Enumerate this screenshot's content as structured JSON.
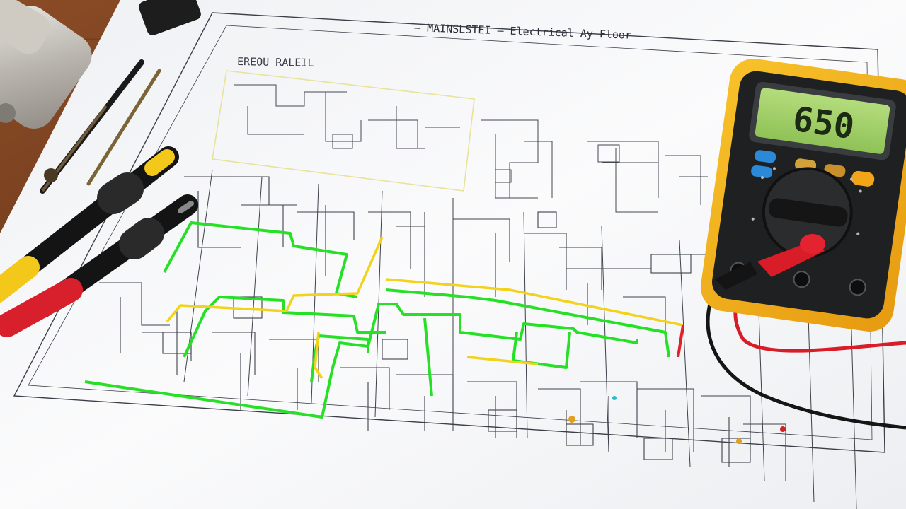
{
  "sheet": {
    "header_text": "– MAINSLSTEI – Electrical Ay Floor",
    "block_label": "EREOU RALEIL"
  },
  "multimeter": {
    "display_reading": "650"
  },
  "colors": {
    "desk": "#6b3a1e",
    "paper": "#f7f8fa",
    "trace_green": "#22dd22",
    "trace_yellow": "#f2d21a",
    "trace_red": "#e0202a",
    "meter_body": "#f5b71c",
    "meter_lcd": "#9fd16a"
  }
}
